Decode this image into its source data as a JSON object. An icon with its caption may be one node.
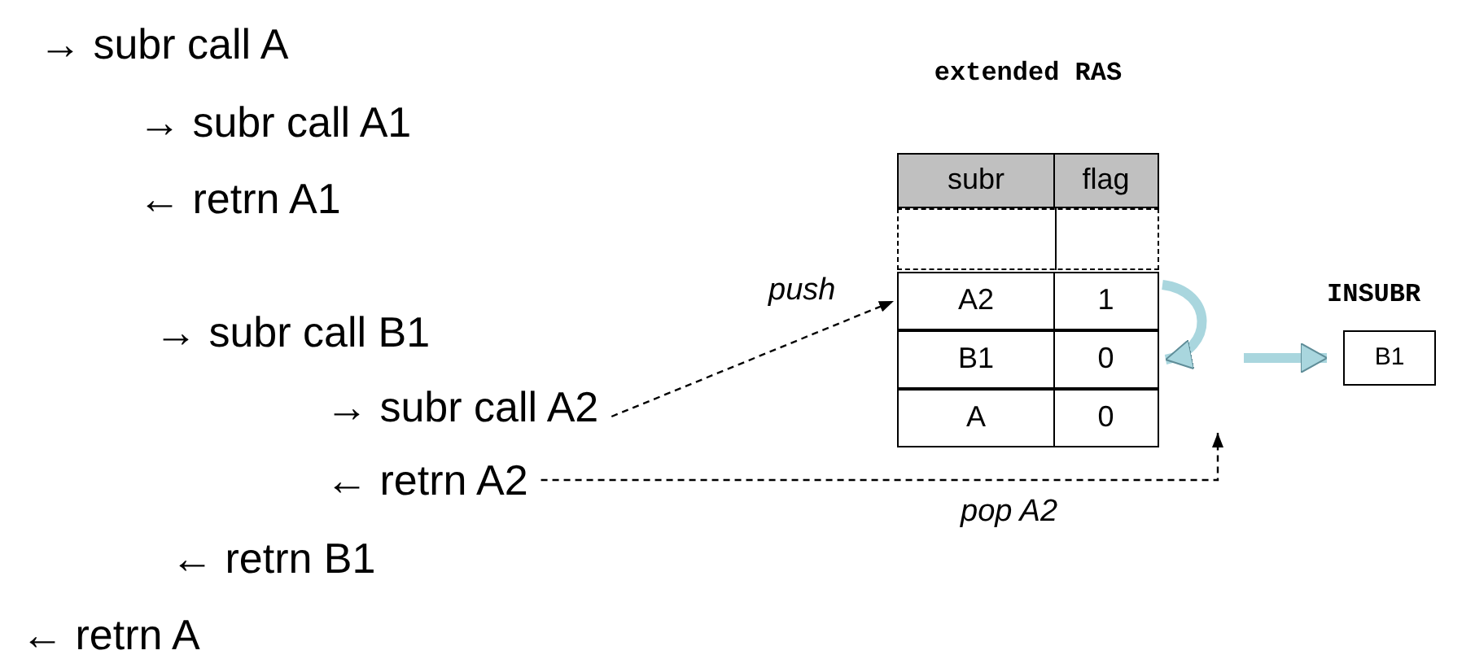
{
  "diagram": {
    "nodes": [
      {
        "text": [
          "→ subr call A2"
        ]
      },
      {
        "text": [
          "← retrn A2"
        ]
      },
      {
        "text": [
          "extended RAS"
        ]
      },
      {
        "text": [
          "subr",
          "flag"
        ],
        "in": 2
      },
      {
        "text": [],
        "shape": "box",
        "in": 2
      },
      {
        "text": [
          "A2",
          "1"
        ],
        "in": 2
      },
      {
        "text": [
          "B1",
          "0"
        ],
        "in": 2
      },
      {
        "text": [
          "A",
          "0"
        ],
        "in": 2
      },
      {
        "text": [
          "INSUBR",
          "B1"
        ]
      }
    ],
    "edges": [
      {
        "from": 0,
        "to": 5,
        "arrow": "to",
        "label": "push",
        "style": "dashed"
      },
      {
        "from": 1,
        "to": null,
        "arrow": "to",
        "label": "pop A2",
        "style": "dashed"
      },
      {
        "from": 5,
        "to": 6,
        "arrow": "to",
        "style": "thick",
        "color": "#a9d6de"
      },
      {
        "from": null,
        "to": 8,
        "arrow": "to",
        "style": "thick",
        "color": "#a9d6de"
      }
    ],
    "labels": [
      "→ subr call A",
      "→ subr call A1",
      "← retrn A1",
      "→ subr call B1",
      "← retrn B1",
      "← retrn A"
    ]
  }
}
